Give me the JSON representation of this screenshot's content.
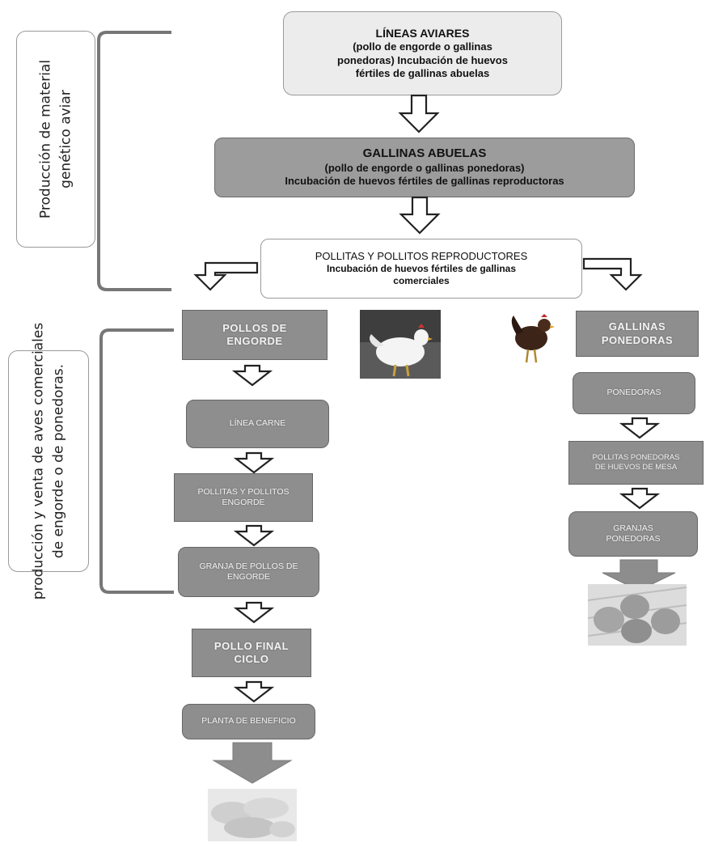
{
  "side_labels": {
    "top": [
      "Producción de material",
      "genético aviar"
    ],
    "bottom": [
      "producción y venta de aves comerciales",
      "de engorde o de ponedoras."
    ]
  },
  "nodes": {
    "lineas_aviares": {
      "title": "LÍNEAS AVIARES",
      "lines": [
        "(pollo de engorde o gallinas",
        "ponedoras) Incubación de huevos",
        "fértiles de gallinas abuelas"
      ]
    },
    "gallinas_abuelas": {
      "title": "GALLINAS ABUELAS",
      "lines": [
        "(pollo de engorde o gallinas ponedoras)",
        "Incubación de huevos fértiles de gallinas reproductoras"
      ]
    },
    "reproductores": {
      "title": "POLLITAS Y POLLITOS REPRODUCTORES",
      "lines": [
        "Incubación de huevos fértiles de gallinas",
        "comerciales"
      ]
    }
  },
  "engorde": {
    "header": [
      "POLLOS DE",
      "ENGORDE"
    ],
    "steps": [
      [
        "LÍNEA CARNE"
      ],
      [
        "POLLITAS Y POLLITOS",
        "ENGORDE"
      ],
      [
        "GRANJA DE POLLOS DE",
        "ENGORDE"
      ],
      [
        "POLLO FINAL",
        "CICLO"
      ],
      [
        "PLANTA DE BENEFICIO"
      ]
    ]
  },
  "ponedoras": {
    "header": [
      "GALLINAS",
      "PONEDORAS"
    ],
    "steps": [
      [
        "PONEDORAS"
      ],
      [
        "POLLITAS PONEDORAS",
        "DE HUEVOS DE MESA"
      ],
      [
        "GRANJAS",
        "PONEDORAS"
      ]
    ]
  },
  "images": {
    "broiler": "white-broiler-chicken",
    "hen": "brown-laying-hen",
    "eggs": "eggs-tray",
    "carcasses": "processed-chickens"
  }
}
